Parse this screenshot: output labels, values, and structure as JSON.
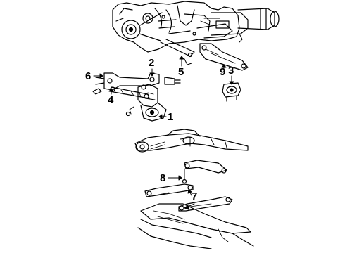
{
  "diagram": {
    "callouts": [
      {
        "id": "1",
        "label": "1"
      },
      {
        "id": "2",
        "label": "2"
      },
      {
        "id": "3",
        "label": "3"
      },
      {
        "id": "4",
        "label": "4"
      },
      {
        "id": "5",
        "label": "5"
      },
      {
        "id": "6",
        "label": "6"
      },
      {
        "id": "7",
        "label": "7"
      },
      {
        "id": "8",
        "label": "8"
      },
      {
        "id": "9",
        "label": "9"
      }
    ]
  },
  "colors": {
    "ink": "#000000",
    "background": "#ffffff"
  }
}
